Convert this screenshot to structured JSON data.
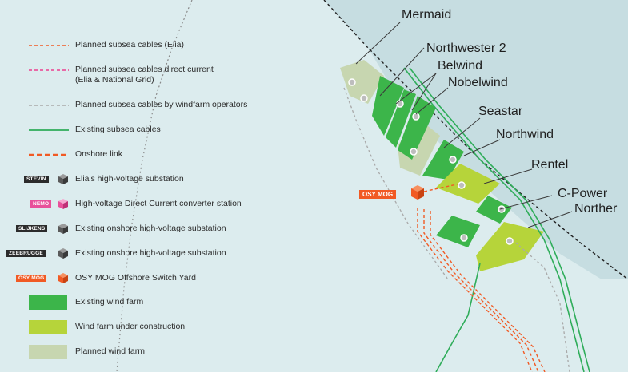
{
  "legend": {
    "items": [
      {
        "label": "Planned subsea cables (Elia)"
      },
      {
        "label": "Planned subsea cables direct current",
        "label2": "(Elia & National Grid)"
      },
      {
        "label": "Planned subsea cables by windfarm operators"
      },
      {
        "label": "Existing subsea cables"
      },
      {
        "label": "Onshore link"
      },
      {
        "label": "Elia's high-voltage substation",
        "tag": "STEVIN",
        "tag_color": "#2b2b2b"
      },
      {
        "label": "High-voltage Direct Current converter station",
        "tag": "NEMO",
        "tag_color": "#e8509a"
      },
      {
        "label": "Existing onshore high-voltage substation",
        "tag": "SLIJKENS",
        "tag_color": "#2b2b2b"
      },
      {
        "label": "Existing onshore high-voltage substation",
        "tag": "ZEEBRUGGE",
        "tag_color": "#2b2b2b"
      },
      {
        "label": "OSY MOG Offshore Switch Yard",
        "tag": "OSY MOG",
        "tag_color": "#f15a24"
      },
      {
        "label": "Existing wind farm"
      },
      {
        "label": "Wind farm under construction"
      },
      {
        "label": "Planned wind farm"
      }
    ]
  },
  "colors": {
    "existing_farm": "#3cb54a",
    "construction_farm": "#b6d43a",
    "planned_farm": "#c7d6b0",
    "existing_cable": "#2fad5a",
    "elia_cable": "#f15a24",
    "dc_cable": "#ec3f8f",
    "operator_cable": "#a9a9a9",
    "sea": "#dcecee",
    "offshore_zone": "#c6dde1"
  },
  "map": {
    "farms": {
      "mermaid": "Mermaid",
      "northwester2": "Northwester 2",
      "belwind": "Belwind",
      "nobelwind": "Nobelwind",
      "seastar": "Seastar",
      "northwind": "Northwind",
      "rentel": "Rentel",
      "cpower": "C-Power",
      "norther": "Norther"
    },
    "osy_mog": "OSY MOG"
  }
}
